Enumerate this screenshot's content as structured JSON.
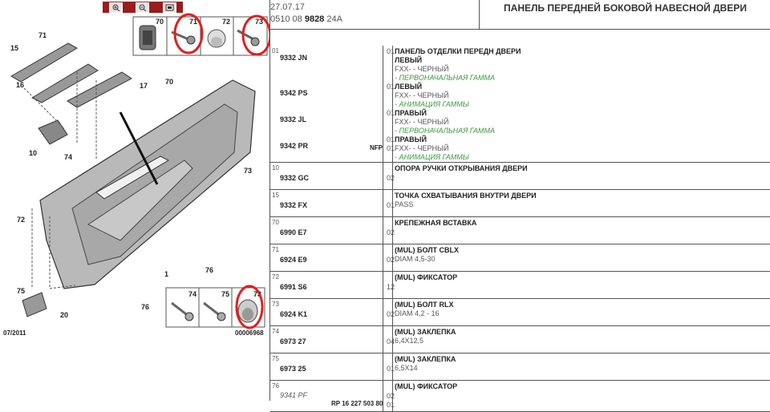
{
  "diagram": {
    "date_code": "07/2011",
    "image_code": "00006968",
    "callouts": [
      "71",
      "15",
      "16",
      "17",
      "70",
      "10",
      "74",
      "73",
      "72",
      "75",
      "20",
      "76",
      "76",
      "1"
    ],
    "inset_top": [
      "70",
      "71",
      "72",
      "73"
    ],
    "inset_bottom": [
      "74",
      "75",
      "73"
    ],
    "toolbar": [
      "zoom-in-icon",
      "zoom-out-icon",
      "fit-icon"
    ]
  },
  "header": {
    "date": "27.07.17",
    "ref_prefix": "0510 08 ",
    "ref_bold": "9828",
    "ref_suffix": " 24A",
    "title": "ПАНЕЛЬ ПЕРЕДНЕЙ БОКОВОЙ НАВЕСНОЙ ДВЕРИ"
  },
  "parts": [
    {
      "idx": "01",
      "lines": [
        {
          "code": "9332 JN",
          "qty": "01",
          "text": "ПАНЕЛЬ ОТДЕЛКИ ПЕРЕДН ДВЕРИ",
          "style": "b"
        },
        {
          "text": "ЛЕВЫЙ",
          "style": "b"
        },
        {
          "text": "FXX- - ЧЕРНЫЙ",
          "style": "n"
        },
        {
          "text": "- ПЕРВОНАЧАЛЬНАЯ ГАММА",
          "style": "g"
        },
        {
          "code": "9342 PS",
          "qty": "01",
          "text": "ЛЕВЫЙ",
          "style": "b"
        },
        {
          "text": "FXX- - ЧЕРНЫЙ",
          "style": "n"
        },
        {
          "text": "- АНИМАЦИЯ ГАММЫ",
          "style": "g"
        },
        {
          "code": "9332 JL",
          "qty": "01",
          "text": "ПРАВЫЙ",
          "style": "b"
        },
        {
          "text": "FXX- - ЧЕРНЫЙ",
          "style": "n"
        },
        {
          "text": "- ПЕРВОНАЧАЛЬНАЯ ГАММА",
          "style": "g"
        },
        {
          "code": "9342 PR",
          "qty": "01",
          "text": "ПРАВЫЙ",
          "style": "b"
        },
        {
          "nfp": "NFP",
          "qty": "01",
          "text": "FXX- - ЧЕРНЫЙ",
          "style": "n"
        },
        {
          "text": "- АНИМАЦИЯ ГАММЫ",
          "style": "g"
        }
      ]
    },
    {
      "idx": "10",
      "code": "9332 GC",
      "qty": "02",
      "title": "ОПОРА РУЧКИ ОТКРЫВАНИЯ ДВЕРИ",
      "sub": ""
    },
    {
      "idx": "15",
      "code": "9332 FX",
      "qty": "01",
      "title": "ТОЧКА СХВАТЫВАНИЯ ВНУТРИ ДВЕРИ",
      "sub": "PASS"
    },
    {
      "idx": "70",
      "code": "6990 E7",
      "qty": "02",
      "title": "КРЕПЕЖНАЯ ВСТАВКА",
      "sub": ""
    },
    {
      "idx": "71",
      "code": "6924 E9",
      "qty": "02",
      "title": "(MUL) БОЛТ CBLX",
      "sub": "DIAM 4,5-30"
    },
    {
      "idx": "72",
      "code": "6991 S6",
      "qty": "12",
      "title": "(MUL) ФИКСАТОР",
      "sub": ""
    },
    {
      "idx": "73",
      "code": "6924 K1",
      "qty": "02",
      "title": "(MUL) БОЛТ RLX",
      "sub": "DIAM 4,2 - 16"
    },
    {
      "idx": "74",
      "code": "6973 27",
      "qty": "04",
      "title": "(MUL) ЗАКЛЕПКА",
      "sub": "6,4X12,5"
    },
    {
      "idx": "75",
      "code": "6973 25",
      "qty": "01",
      "title": "(MUL) ЗАКЛЕПКА",
      "sub": "6,5X14"
    },
    {
      "idx": "76",
      "code": "9341 PF",
      "code_italic": true,
      "rp": "RP 16 227 503 80",
      "qty": "02",
      "qty2": "01",
      "title": "(MUL) ФИКСАТОР",
      "sub": ""
    }
  ]
}
